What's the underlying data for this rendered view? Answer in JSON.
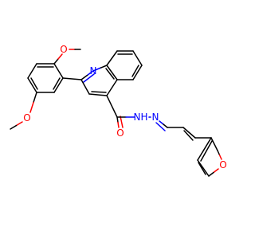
{
  "molecule": {
    "atom_labels": {
      "quinoline_nitrogen": "N",
      "methoxy_oxygen_top": "O",
      "methoxy_oxygen_left": "O",
      "carbonyl_oxygen": "O",
      "hydrazide_nitrogen": "N",
      "hydrazide_nh": "H",
      "imine_nitrogen": "N",
      "furan_oxygen": "O"
    },
    "colors": {
      "bond": "#000000",
      "carbon_label": "#000000",
      "nitrogen": "#0000ff",
      "oxygen": "#ff0000"
    }
  }
}
